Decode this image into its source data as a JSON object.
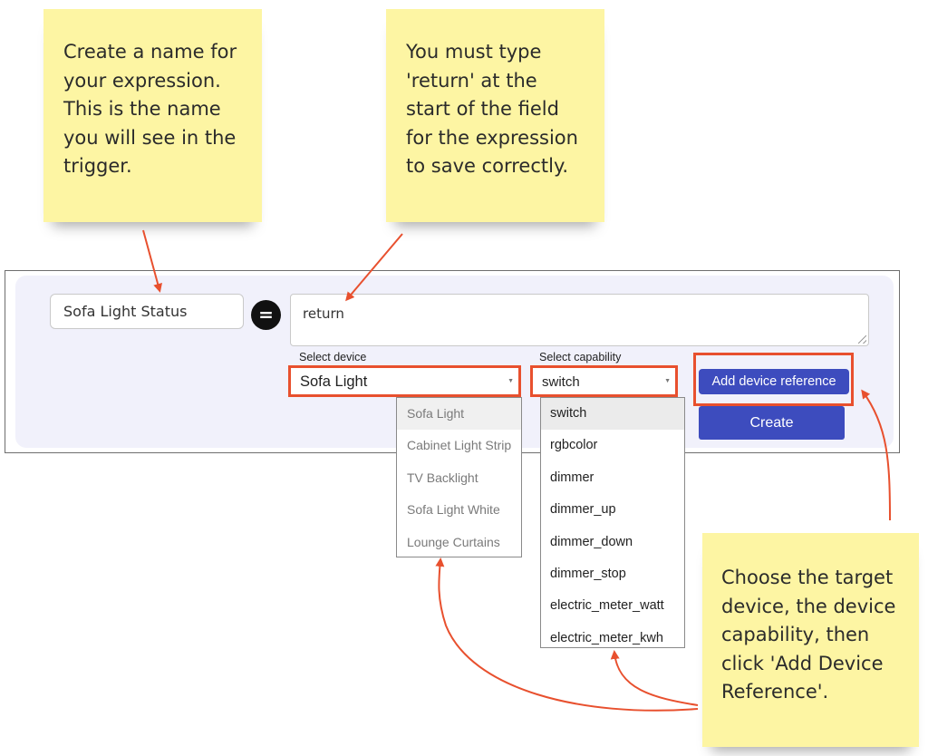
{
  "notes": {
    "name_note": [
      "Create a name for",
      "your expression.",
      "This is the name",
      "you will see in the",
      "trigger."
    ],
    "return_note": [
      "You must type",
      "'return' at the",
      "start of the field",
      "for the expression",
      "to save correctly."
    ],
    "choose_note": [
      "Choose the target",
      "device, the device",
      "capability, then",
      "click 'Add Device",
      "Reference'."
    ]
  },
  "form": {
    "expression_name": "Sofa Light Status",
    "equals_symbol": "=",
    "expression_value": "return",
    "device_label": "Select device",
    "device_selected": "Sofa Light",
    "capability_label": "Select capability",
    "capability_selected": "switch",
    "add_device_reference_label": "Add device reference",
    "create_label": "Create"
  },
  "device_options": [
    "Sofa Light",
    "Cabinet Light Strip",
    "TV Backlight",
    "Sofa Light White",
    "Lounge Curtains"
  ],
  "capability_options": [
    "switch",
    "rgbcolor",
    "dimmer",
    "dimmer_up",
    "dimmer_down",
    "dimmer_stop",
    "electric_meter_watt",
    "electric_meter_kwh"
  ],
  "colors": {
    "note_background": "#fdf5a3",
    "highlight_red": "#e8502e",
    "button_blue": "#3d4cbe",
    "panel_background": "#f1f1fb"
  },
  "icons": {
    "caret": "dropdown-caret-icon",
    "resize": "resize-grip-icon"
  }
}
